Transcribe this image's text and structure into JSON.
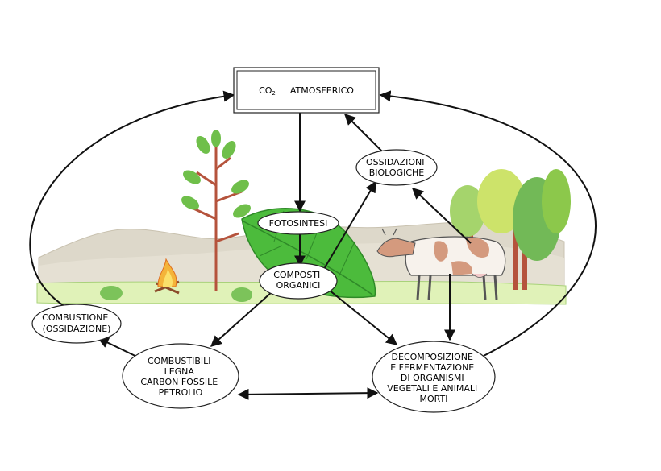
{
  "diagram": {
    "atmosphere": {
      "label_prefix": "CO",
      "label_subscript": "2",
      "label_rest": "ATMOSFERICO"
    },
    "nodes": {
      "fotosintesi": [
        "FOTOSINTESI"
      ],
      "composti": [
        "COMPOSTI",
        "ORGANICI"
      ],
      "ossidazioni": [
        "OSSIDAZIONI",
        "BIOLOGICHE"
      ],
      "combustione": [
        "COMBUSTIONE",
        "(OSSIDAZIONE)"
      ],
      "combustibili": [
        "COMBUSTIBILI",
        "LEGNA",
        "CARBON FOSSILE",
        "PETROLIO"
      ],
      "decomposizione": [
        "DECOMPOSIZIONE",
        "E  FERMENTAZIONE",
        "DI  ORGANISMI",
        "VEGETALI E ANIMALI",
        "MORTI"
      ]
    },
    "colors": {
      "hills": "#d8d3c4",
      "grass": "#dff0b8",
      "leaf": "#4cbb3c",
      "tree_foliage": "#8cc84b",
      "trunk": "#b5533c",
      "cow_body": "#f7f2ec",
      "cow_spots": "#d49a7e",
      "fire": "#f2a33a",
      "arrow": "#111111"
    }
  }
}
